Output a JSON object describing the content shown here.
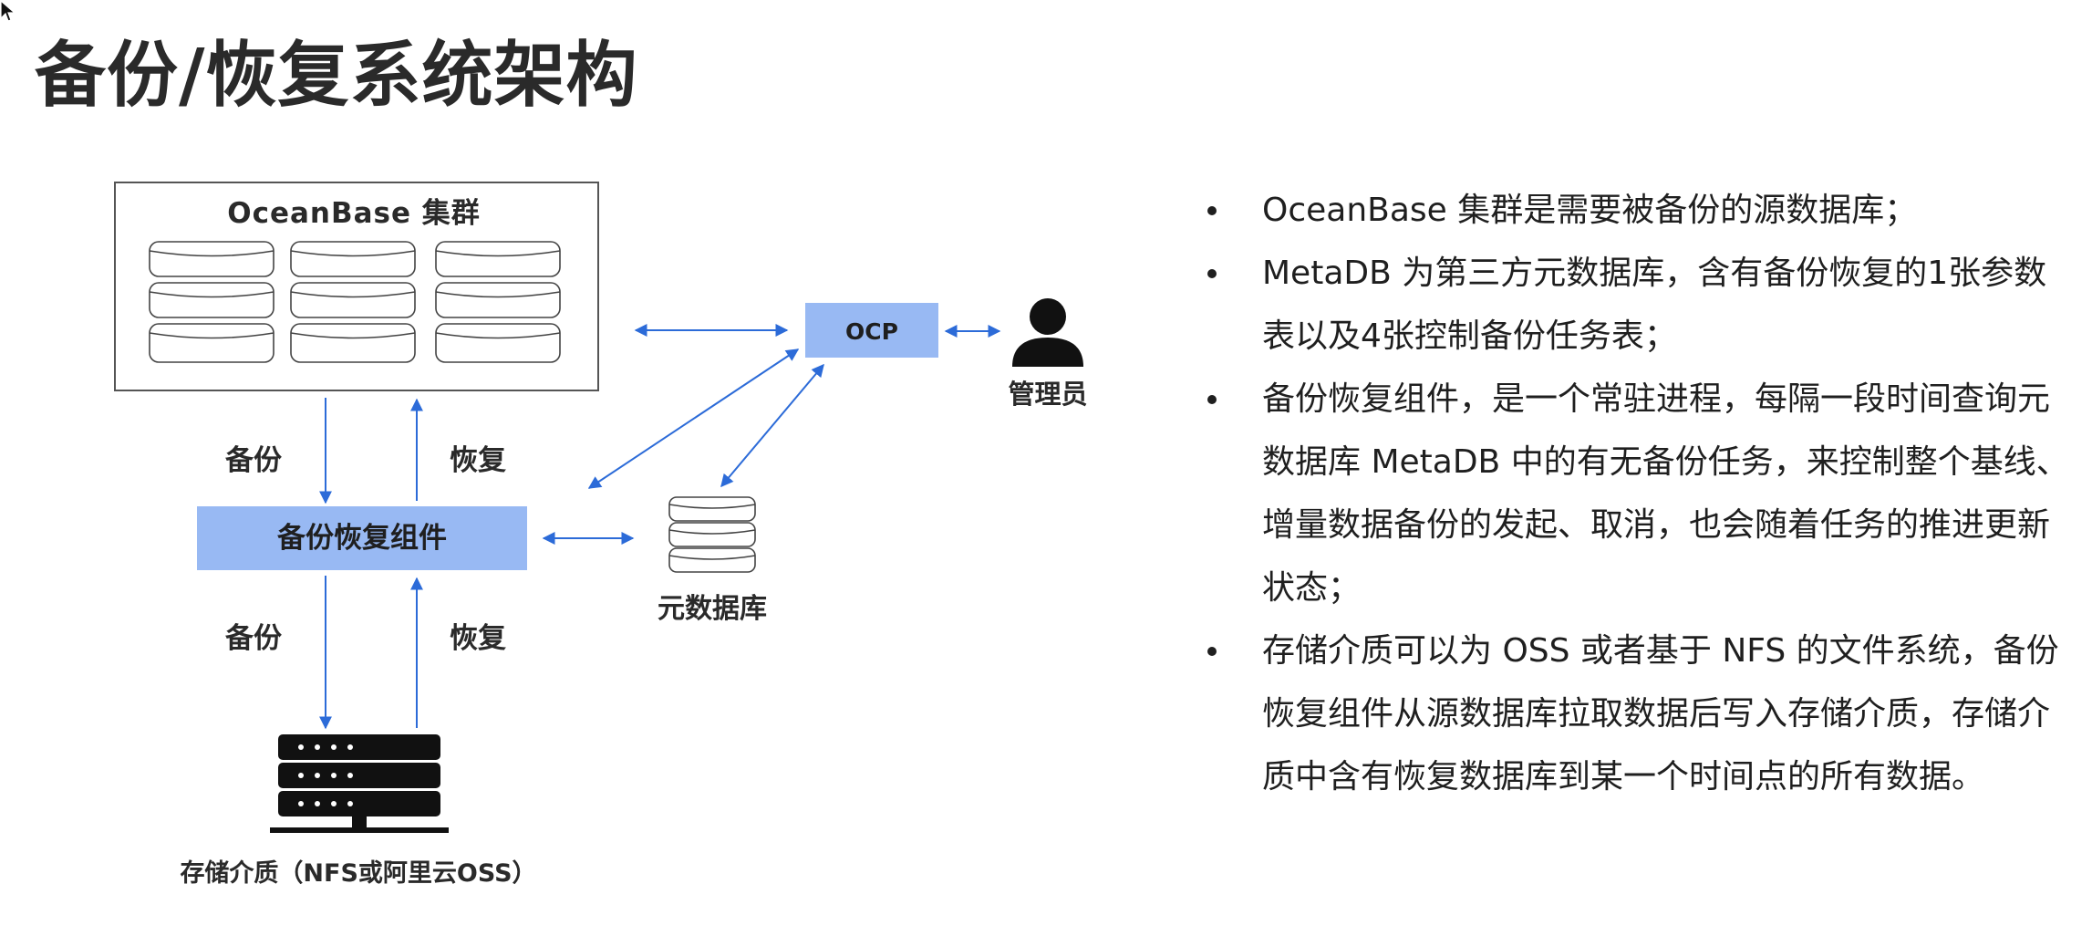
{
  "slide": {
    "title": "备份/恢复系统架构"
  },
  "diagram": {
    "cluster_label": "OceanBase 集群",
    "ocp_label": "OCP",
    "admin_label": "管理员",
    "component_label": "备份恢复组件",
    "metadb_label": "元数据库",
    "storage_label": "存储介质（NFS或阿里云OSS）",
    "backup_label_top": "备份",
    "restore_label_top": "恢复",
    "backup_label_bottom": "备份",
    "restore_label_bottom": "恢复",
    "colors": {
      "box_fill": "#98b9f3",
      "arrow": "#2c6bd8",
      "border": "#555555",
      "icon": "#111111"
    }
  },
  "bullets": [
    "OceanBase 集群是需要被备份的源数据库；",
    "MetaDB 为第三方元数据库，含有备份恢复的1张参数表以及4张控制备份任务表；",
    "备份恢复组件，是一个常驻进程，每隔一段时间查询元数据库 MetaDB 中的有无备份任务，来控制整个基线、增量数据备份的发起、取消，也会随着任务的推进更新状态；",
    "存储介质可以为 OSS 或者基于 NFS 的文件系统，备份恢复组件从源数据库拉取数据后写入存储介质，存储介质中含有恢复数据库到某一个时间点的所有数据。"
  ]
}
